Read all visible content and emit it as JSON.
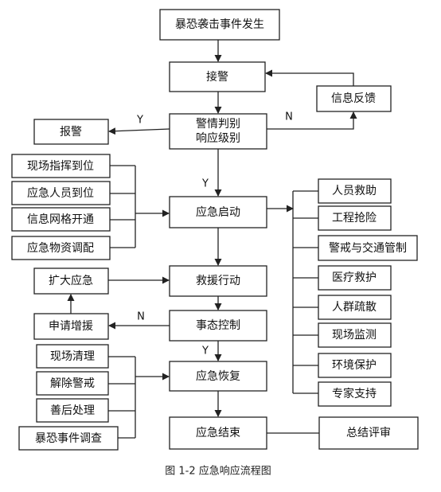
{
  "nodes": {
    "attack": "暴恐袭击事件发生",
    "alarm_receive": "接警",
    "judge_line1": "警情判别",
    "judge_line2": "响应级别",
    "report": "报警",
    "feedback": "信息反馈",
    "start": "应急启动",
    "rescue": "救援行动",
    "control": "事态控制",
    "recover": "应急恢复",
    "finish": "应急结束",
    "review": "总结评审",
    "expand": "扩大应急",
    "request": "申请增援"
  },
  "left_prep": [
    "现场指挥到位",
    "应急人员到位",
    "信息网格开通",
    "应急物资调配"
  ],
  "right_actions": [
    "人员救助",
    "工程抢险",
    "警戒与交通管制",
    "医疗救护",
    "人群疏散",
    "现场监测",
    "环境保护",
    "专家支持"
  ],
  "left_recovery": [
    "现场清理",
    "解除警戒",
    "善后处理",
    "暴恐事件调查"
  ],
  "edge_labels": {
    "judge_report": "Y",
    "judge_feedback": "N",
    "judge_start": "Y",
    "control_request": "N",
    "control_recover": "Y"
  },
  "caption": "图 1-2 应急响应流程图"
}
